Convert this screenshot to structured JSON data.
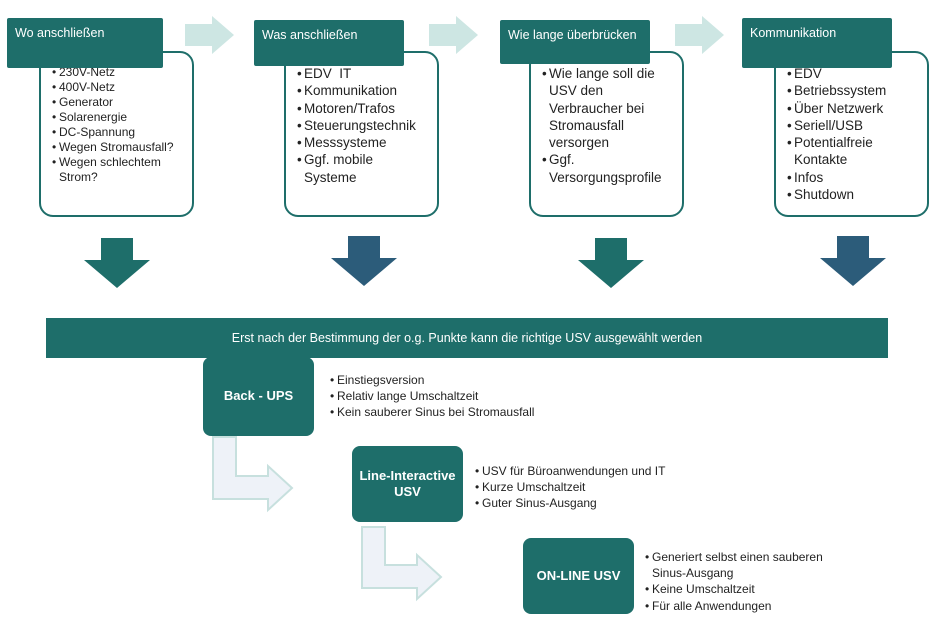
{
  "columns": [
    {
      "title": "Wo anschließen",
      "items": [
        "230V-Netz",
        "400V-Netz",
        "Generator",
        "Solarenergie",
        "DC-Spannung",
        "Wegen Stromausfall?",
        "Wegen schlechtem Strom?"
      ]
    },
    {
      "title": "Was anschließen",
      "items": [
        "EDV  IT",
        "Kommunikation",
        "Motoren/Trafos",
        "Steuerungstechnik",
        "Messsysteme",
        "Ggf. mobile Systeme"
      ]
    },
    {
      "title": "Wie lange überbrücken",
      "items": [
        "Wie lange soll die USV den Verbraucher bei Stromausfall versorgen",
        "Ggf. Versorgungsprofile"
      ]
    },
    {
      "title": "Kommunikation",
      "items": [
        "EDV",
        "Betriebssystem",
        "Über Netzwerk",
        "Seriell/USB",
        "Potentialfreie Kontakte",
        "Infos",
        "Shutdown"
      ]
    }
  ],
  "banner": "Erst nach der Bestimmung der o.g. Punkte kann die richtige USV ausgewählt werden",
  "usv_types": [
    {
      "label": "Back - UPS",
      "features": [
        "Einstiegsversion",
        "Relativ lange Umschaltzeit",
        "Kein sauberer Sinus bei Stromausfall"
      ]
    },
    {
      "label": "Line-Interactive USV",
      "features": [
        "USV für Büroanwendungen und IT",
        "Kurze Umschaltzeit",
        "Guter Sinus-Ausgang"
      ]
    },
    {
      "label": "ON-LINE USV",
      "features": [
        "Generiert selbst einen sauberen Sinus-Ausgang",
        "Keine Umschaltzeit",
        "Für alle Anwendungen"
      ]
    }
  ],
  "colors": {
    "primary": "#1e6e6a",
    "down_arrow": "#1e6e6a",
    "down_arrow_alt": "#2c5c7a",
    "light_arrow_fill": "#eef2f8",
    "light_arrow_stroke": "#c7e0de"
  }
}
